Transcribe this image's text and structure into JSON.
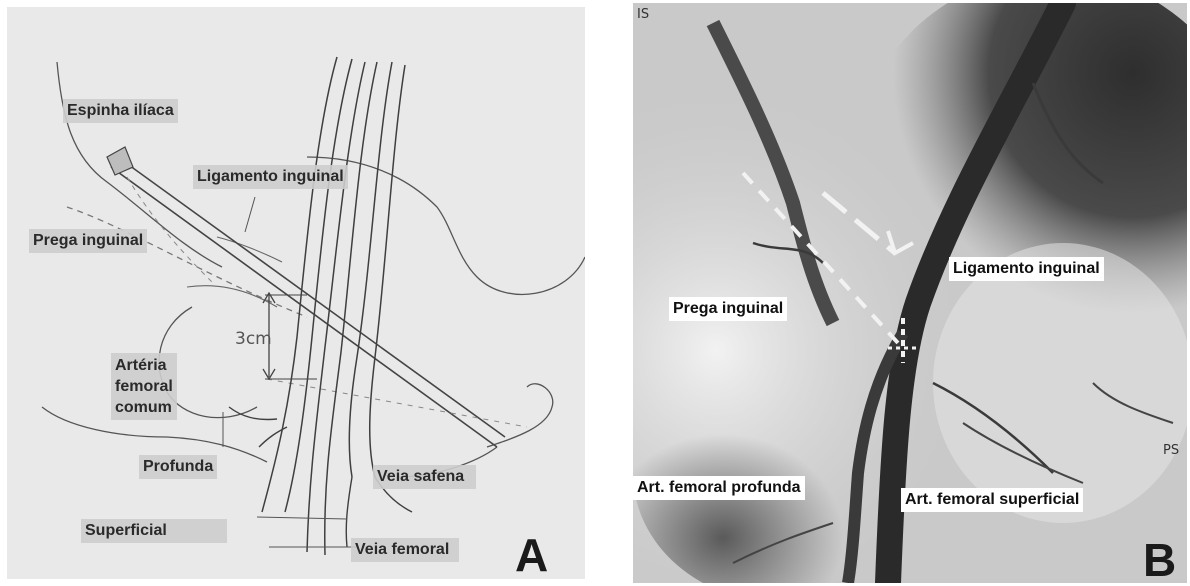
{
  "panel_a": {
    "letter": "A",
    "measure": "3cm",
    "labels": {
      "espinha": "Espinha ilíaca",
      "ligamento": "Ligamento inguinal",
      "prega": "Prega inguinal",
      "arteria_line1": "Artéria",
      "arteria_line2": "femoral",
      "arteria_line3": "comum",
      "profunda": "Profunda",
      "veia_safena": "Veia safena",
      "superficial": "Superficial",
      "veia_femoral": "Veia femoral"
    }
  },
  "panel_b": {
    "letter": "B",
    "corner_tl": "IS",
    "corner_r": "PS",
    "labels": {
      "ligamento": "Ligamento inguinal",
      "prega": "Prega inguinal",
      "profunda": "Art. femoral profunda",
      "superficial": "Art. femoral superficial"
    }
  }
}
